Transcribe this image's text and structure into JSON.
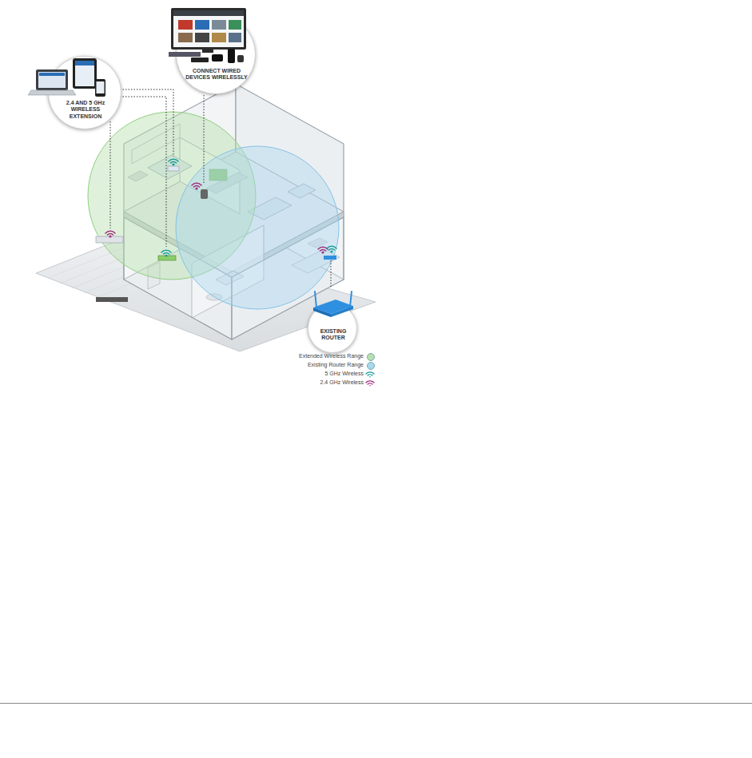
{
  "diagram": {
    "nodes": [
      {
        "text": [
          "2.4 AND 5 GHz WIRELESS EXTENSION"
        ]
      },
      {
        "text": [
          "CONNECT WIRED DEVICES WIRELESSLY"
        ]
      },
      {
        "text": [
          "EXISTING ROUTER"
        ]
      }
    ],
    "legend": [
      {
        "text": "Extended Wireless Range",
        "color": "#b7e0ae"
      },
      {
        "text": "Existing Router Range",
        "color": "#a9d7ef"
      },
      {
        "text": "5 GHz Wireless"
      },
      {
        "text": "2.4 GHz Wireless"
      }
    ]
  }
}
